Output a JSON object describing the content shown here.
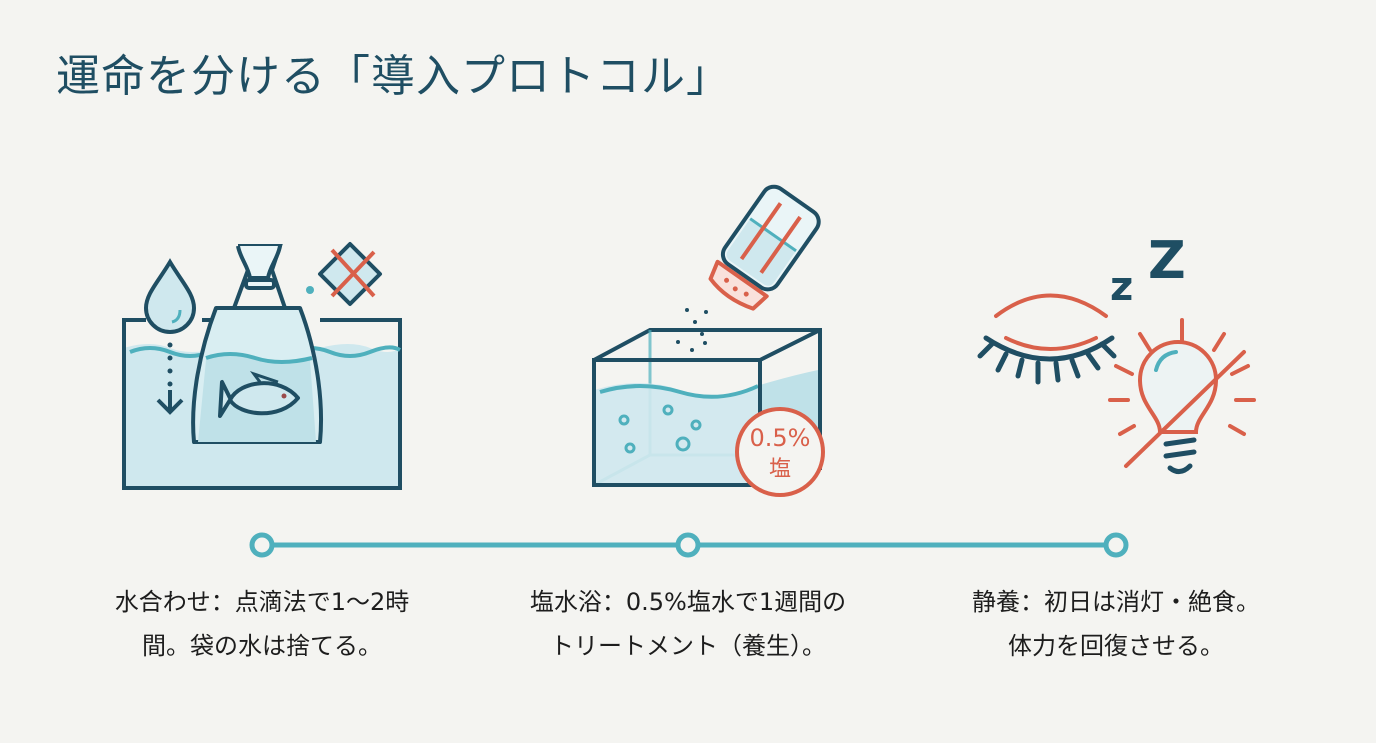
{
  "title": "運命を分ける「導入プロトコル」",
  "colors": {
    "navy": "#1f4e63",
    "teal": "#4fb0bd",
    "water": "#cfe8ee",
    "red": "#d9604a",
    "background": "#f4f4f1",
    "text": "#1d1d1d"
  },
  "steps": [
    {
      "icon": "acclimation-bag-icon",
      "caption_line1": "水合わせ：点滴法で1〜2時",
      "caption_line2": "間。袋の水は捨てる。"
    },
    {
      "icon": "salt-bath-tank-icon",
      "badge_percent": "0.5%",
      "badge_label": "塩",
      "caption_line1": "塩水浴：0.5%塩水で1週間の",
      "caption_line2": "トリートメント（養生）。"
    },
    {
      "icon": "rest-lights-off-icon",
      "zz_small": "z",
      "zz_large": "Z",
      "caption_line1": "静養：初日は消灯・絶食。",
      "caption_line2": "体力を回復させる。"
    }
  ]
}
